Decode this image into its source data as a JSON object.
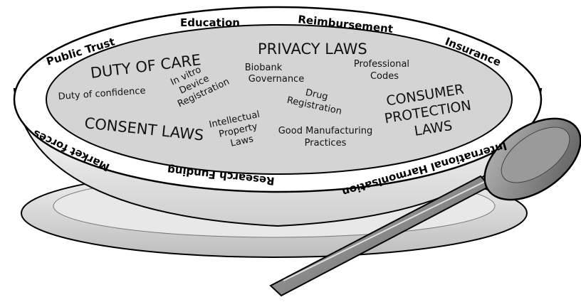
{
  "rim": {
    "public_trust": "Public Trust",
    "education": "Education",
    "reimbursement": "Reimbursement",
    "insurance": "Insurance",
    "market_forces": "Market forces",
    "research_funding": "Research Funding",
    "international_harmonisation": "International Harmonisation"
  },
  "laws": {
    "duty_of_care": "DUTY OF CARE",
    "privacy_laws": "PRIVACY LAWS",
    "consent_laws": "CONSENT LAWS",
    "consumer_protection": [
      "CONSUMER",
      "PROTECTION",
      "LAWS"
    ],
    "duty_of_confidence": "Duty of confidence",
    "in_vitro": [
      "In vitro",
      "Device",
      "Registration"
    ],
    "biobank": [
      "Biobank",
      "Governance"
    ],
    "professional_codes": [
      "Professional",
      "Codes"
    ],
    "drug_registration": [
      "Drug",
      "Registration"
    ],
    "intellectual_property": [
      "Intellectual",
      "Property",
      "Laws"
    ],
    "gmp": [
      "Good Manufacturing",
      "Practices"
    ]
  },
  "colors": {
    "soup": "#d4d4d4",
    "bowl": "#ffffff",
    "plate": "#e6e6e6",
    "spoon": "#8c8c8c"
  }
}
